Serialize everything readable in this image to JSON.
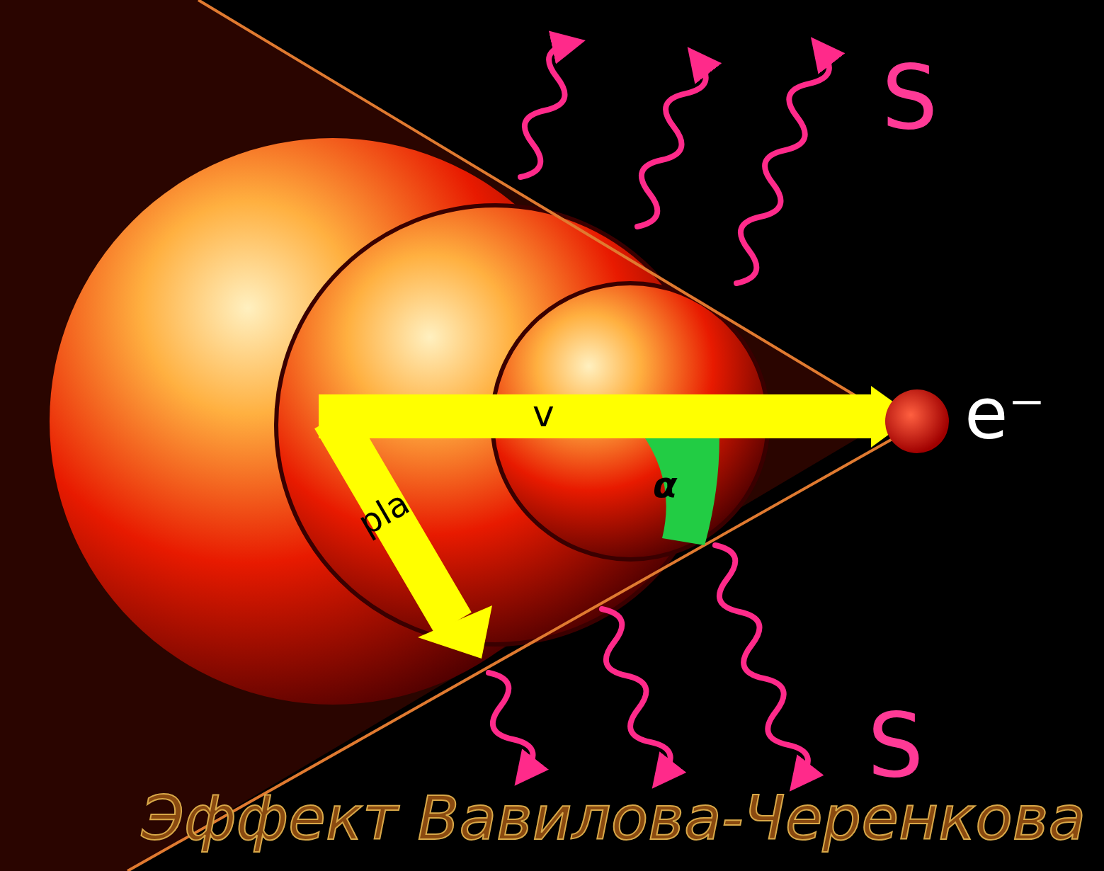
{
  "diagram": {
    "title": "Эффект Вавилова-Черенкова",
    "labels": [
      "S",
      "S",
      "v",
      "α",
      "pla",
      "e⁻"
    ]
  }
}
